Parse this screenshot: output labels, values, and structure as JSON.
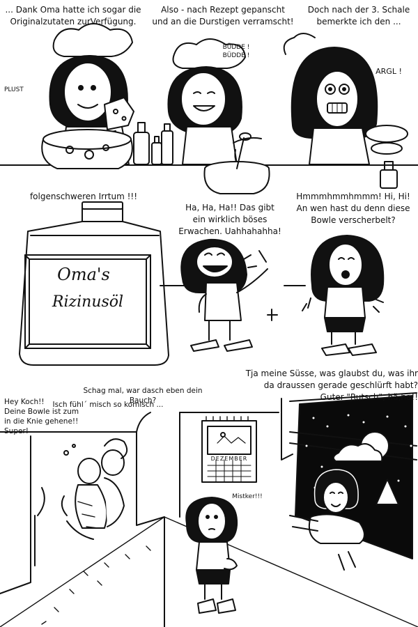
{
  "row1": {
    "panel1_caption": "... Dank Oma hatte ich sogar die\nOriginalzutaten zurVerfügung.",
    "panel2_caption": "Also - nach Rezept gepanscht\nund an die Durstigen verramscht!",
    "panel3_caption": "Doch nach der 3. Schale\nbemerkte ich den ...",
    "sfx_plust": "PLUST",
    "sfx_buedde": "BÜDDE !\nBÜDDE !",
    "sfx_argl": "ARGL !"
  },
  "row2": {
    "panel1_caption": "folgenschweren Irrtum !!!",
    "bottle_label_line1": "Oma's",
    "bottle_label_line2": "Rizinusöl",
    "panel2_caption": "Ha, Ha, Ha!! Das gibt\nein wirklich böses\nErwachen. Uahhahahha!",
    "panel3_caption": "Hmmmhmmhmmm! Hi, Hi!\nAn wen hast du denn diese\nBowle verscherbelt?"
  },
  "row3": {
    "top_caption": "Tja meine Süsse, was glaubst du, was ihr\nda draussen gerade geschlürft habt?\nGuter \"Rutsch\", hä,hä!!",
    "speech_hey_koch": "Hey Koch!!\nDeine Bowle ist zum\nin die Knie gehene!!\nSuper!",
    "speech_bauch": "Schag mal, war dasch eben dein Bauch?",
    "speech_komisch": "Isch fühl´ misch so komisch ...",
    "calendar_label": "DEZEMBER",
    "speech_mistker": "Mistker!!!"
  },
  "colors": {
    "ink": "#111111",
    "paper": "#ffffff",
    "night_sky": "#0a0a0a"
  }
}
